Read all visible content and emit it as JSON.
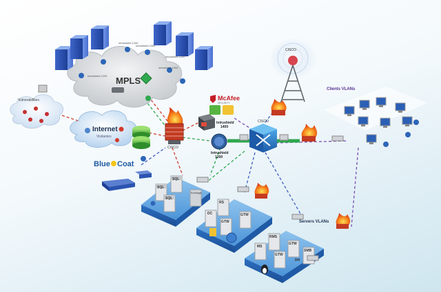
{
  "mpls_label": "MPLS",
  "internet_label": "Internet",
  "internet_sublabel": "Visitantes",
  "vulnerabilities_label": "Vulnerabilities",
  "bluecoat_text_a": "Blue",
  "bluecoat_text_b": "Coat",
  "mcafee_brand": "McAfee",
  "mcafee_sub": "SECURITY",
  "intrushield_1400": "Intrushield\n1400",
  "intrushield_1200": "Intrushield\n1200",
  "cisco_label": "CISCO",
  "clients_vlans": "Clients VLANs",
  "servers_vlans": "Servers VLANs",
  "server_tags": [
    "SQL",
    "SQL",
    "SQL",
    "Exchange",
    "DC",
    "RS",
    "GTW",
    "GTW",
    "MS",
    "RMS",
    "GTW",
    "GTW",
    "SMB",
    "RH"
  ],
  "small_tags": [
    "Intrushield\n1200",
    "Intrushield\n1200",
    "Intrushield\n1200",
    "Intrushield\n1200",
    "Intrushield\n1200"
  ],
  "colors": {
    "firewall": "#e8502a",
    "mpls_cloud": "#d9dcdf",
    "internet_cloud": "#dbe9f7",
    "platform_blue": "#2f74c9",
    "link_red": "#d23a2a",
    "link_green": "#2fa84e",
    "link_blue": "#3b5ec0",
    "link_purple": "#7a4fb0"
  }
}
